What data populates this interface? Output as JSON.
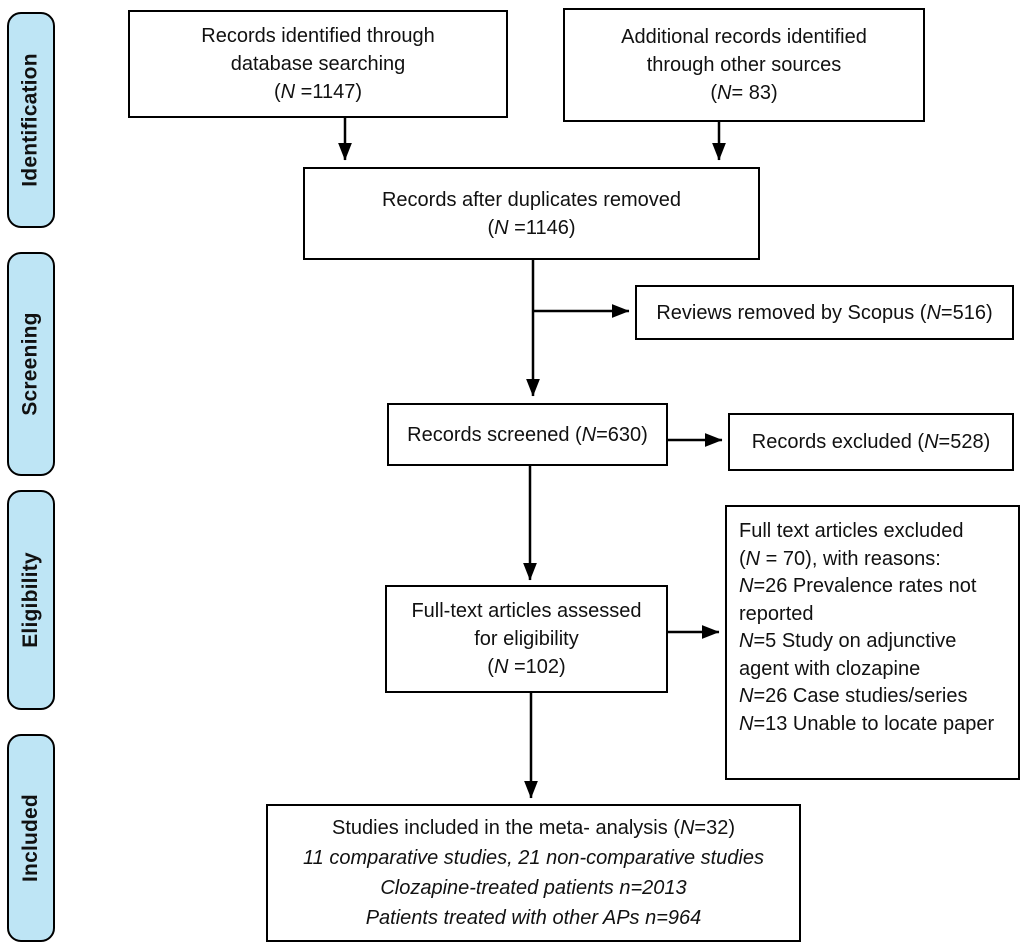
{
  "colors": {
    "stage_fill": "#BEE5F5",
    "line": "#000000",
    "box_background": "#FFFFFF",
    "border": "#000000",
    "text": "#111111"
  },
  "stages": [
    {
      "label": "Identification"
    },
    {
      "label": "Screening"
    },
    {
      "label": "Eligibility"
    },
    {
      "label": "Included"
    }
  ],
  "boxes": {
    "db_search": {
      "lines": [
        [
          {
            "t": "Records identified through"
          }
        ],
        [
          {
            "t": "database searching"
          }
        ],
        [
          {
            "t": "("
          },
          {
            "t": "N",
            "i": true
          },
          {
            "t": " =1147)"
          }
        ]
      ]
    },
    "other_sources": {
      "lines": [
        [
          {
            "t": "Additional records identified"
          }
        ],
        [
          {
            "t": "through other sources"
          }
        ],
        [
          {
            "t": "("
          },
          {
            "t": "N",
            "i": true
          },
          {
            "t": "= 83)"
          }
        ]
      ]
    },
    "duplicates_removed": {
      "lines": [
        [
          {
            "t": "Records after duplicates removed"
          }
        ],
        [
          {
            "t": "("
          },
          {
            "t": "N",
            "i": true
          },
          {
            "t": " =1146)"
          }
        ]
      ]
    },
    "reviews_removed": {
      "lines": [
        [
          {
            "t": "Reviews removed by Scopus ("
          },
          {
            "t": "N",
            "i": true
          },
          {
            "t": "=516)"
          }
        ]
      ]
    },
    "records_screened": {
      "lines": [
        [
          {
            "t": "Records screened ("
          },
          {
            "t": "N",
            "i": true
          },
          {
            "t": "=630)"
          }
        ]
      ]
    },
    "records_excluded": {
      "lines": [
        [
          {
            "t": "Records excluded ("
          },
          {
            "t": "N",
            "i": true
          },
          {
            "t": "=528)"
          }
        ]
      ]
    },
    "fulltext_assessed": {
      "lines": [
        [
          {
            "t": "Full-text articles assessed"
          }
        ],
        [
          {
            "t": "for eligibility"
          }
        ],
        [
          {
            "t": "("
          },
          {
            "t": "N",
            "i": true
          },
          {
            "t": " =102)"
          }
        ]
      ]
    },
    "fulltext_excluded": {
      "lines": [
        [
          {
            "t": "Full text articles excluded"
          }
        ],
        [
          {
            "t": "("
          },
          {
            "t": "N",
            "i": true
          },
          {
            "t": " = 70), with reasons:"
          }
        ],
        [
          {
            "t": "N",
            "i": true
          },
          {
            "t": "=26 Prevalence rates not reported"
          }
        ],
        [
          {
            "t": "N",
            "i": true
          },
          {
            "t": "=5 Study on adjunctive agent with clozapine"
          }
        ],
        [
          {
            "t": "N",
            "i": true
          },
          {
            "t": "=26 Case studies/series"
          }
        ],
        [
          {
            "t": "N",
            "i": true
          },
          {
            "t": "=13 Unable to locate paper"
          }
        ]
      ]
    },
    "studies_included": {
      "lines": [
        [
          {
            "t": "Studies included in the meta- analysis ("
          },
          {
            "t": "N",
            "i": true
          },
          {
            "t": "=32)"
          }
        ],
        [
          {
            "t": "11 comparative studies, 21 non-comparative studies",
            "i": true
          }
        ],
        [
          {
            "t": "Clozapine-treated patients n=2013",
            "i": true
          }
        ],
        [
          {
            "t": "Patients treated with other APs n=964",
            "i": true
          }
        ]
      ]
    }
  }
}
